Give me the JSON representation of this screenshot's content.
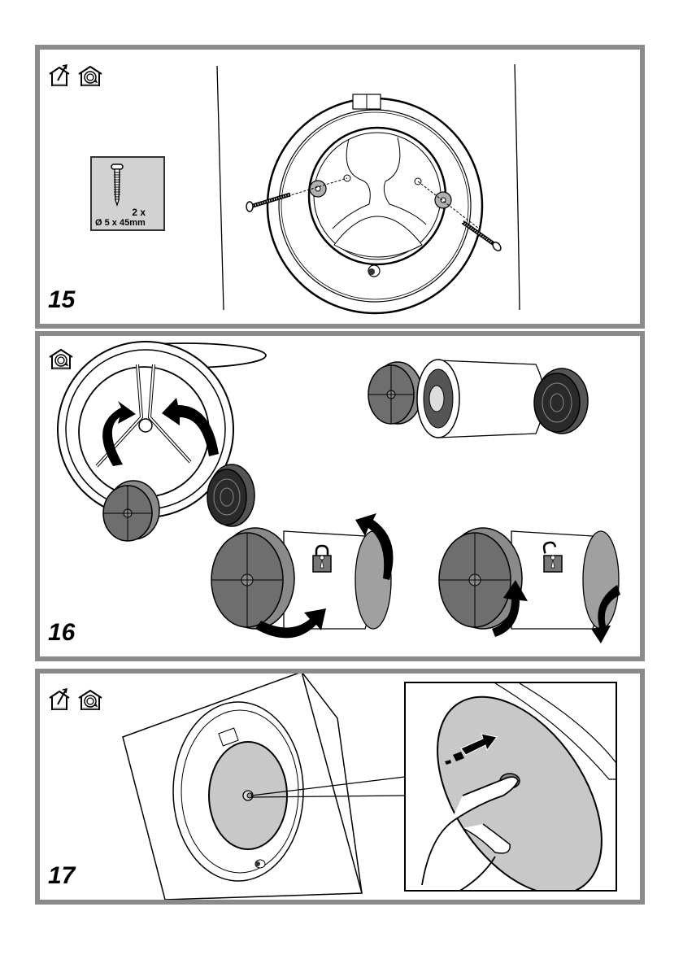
{
  "document": {
    "type": "installation-instructions",
    "colors": {
      "frame": "#8a8a8a",
      "part_fill": "#c8c8c8",
      "filter_fill": "#6e6e6e",
      "ink": "#000000"
    }
  },
  "steps": [
    {
      "number": "15",
      "mode_icons": [
        "ducted-extraction-icon",
        "recirculation-icon"
      ],
      "hardware": {
        "quantity": "2 x",
        "size": "Ø 5 x 45mm",
        "icon": "screw-icon"
      }
    },
    {
      "number": "16",
      "mode_icons": [
        "recirculation-icon"
      ],
      "lock_icons": [
        {
          "state": "locked",
          "icon": "padlock-locked-icon"
        },
        {
          "state": "unlocked",
          "icon": "padlock-unlocked-icon"
        }
      ]
    },
    {
      "number": "17",
      "mode_icons": [
        "ducted-extraction-icon",
        "recirculation-icon"
      ]
    }
  ]
}
